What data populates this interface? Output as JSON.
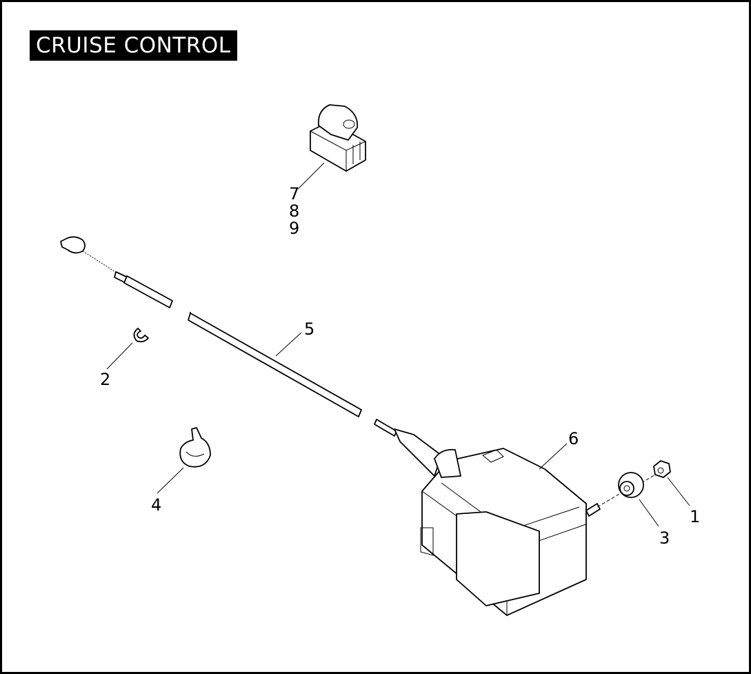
{
  "diagram": {
    "title": "CRUISE CONTROL",
    "callouts": {
      "c1": "1",
      "c2": "2",
      "c3": "3",
      "c4": "4",
      "c5": "5",
      "c6": "6",
      "c7": "7",
      "c8": "8",
      "c9": "9"
    }
  }
}
